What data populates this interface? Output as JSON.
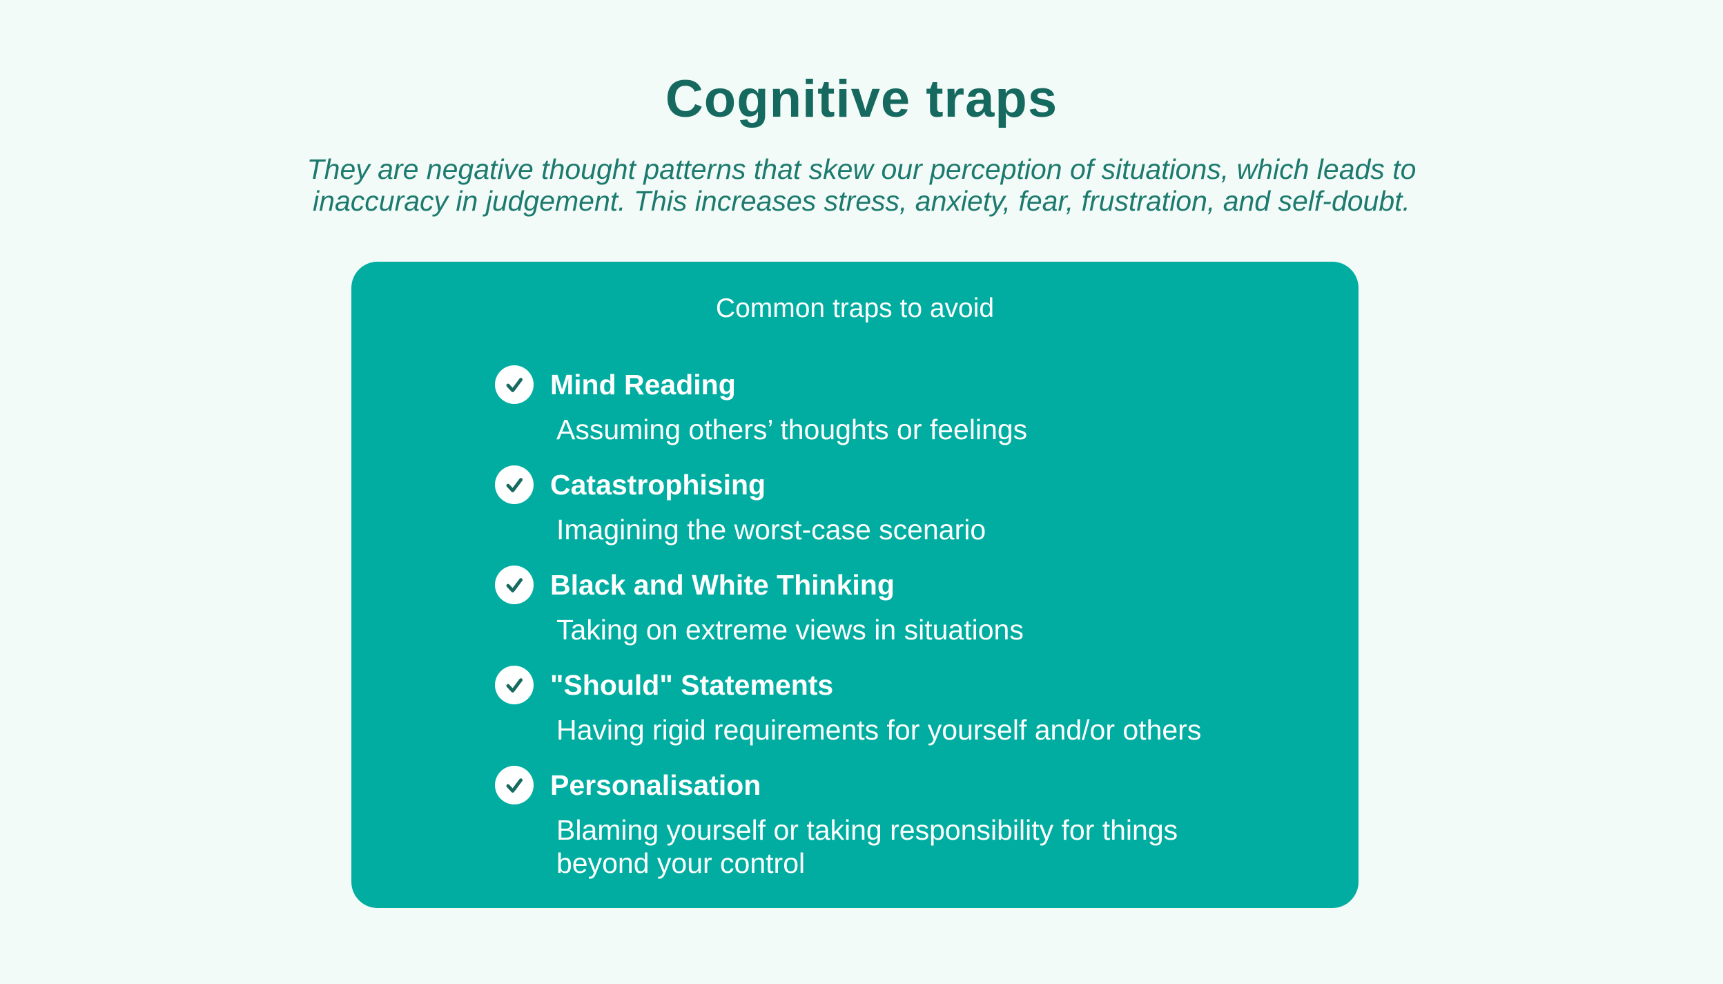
{
  "page": {
    "title": "Cognitive traps",
    "subtitle": "They are negative thought patterns that skew our perception of situations, which leads to inaccuracy in judgement. This increases stress, anxiety, fear, frustration, and self-doubt."
  },
  "card": {
    "header": "Common traps to avoid",
    "items": [
      {
        "title": "Mind Reading",
        "description": "Assuming others’ thoughts or feelings"
      },
      {
        "title": "Catastrophising",
        "description": "Imagining the worst-case scenario"
      },
      {
        "title": "Black and White Thinking",
        "description": "Taking on extreme views in situations"
      },
      {
        "title": "\"Should\" Statements",
        "description": "Having rigid requirements for yourself and/or others"
      },
      {
        "title": "Personalisation",
        "description": "Blaming yourself or taking responsibility for things beyond your control"
      }
    ]
  },
  "icons": {
    "check": "check-circle-icon"
  },
  "colors": {
    "page_background": "#f3fbf9",
    "title_text": "#15695e",
    "subtitle_text": "#1d7a6e",
    "card_background": "#00ada0",
    "card_text": "#ffffff",
    "check_mark": "#166a60",
    "check_circle": "#ffffff"
  }
}
